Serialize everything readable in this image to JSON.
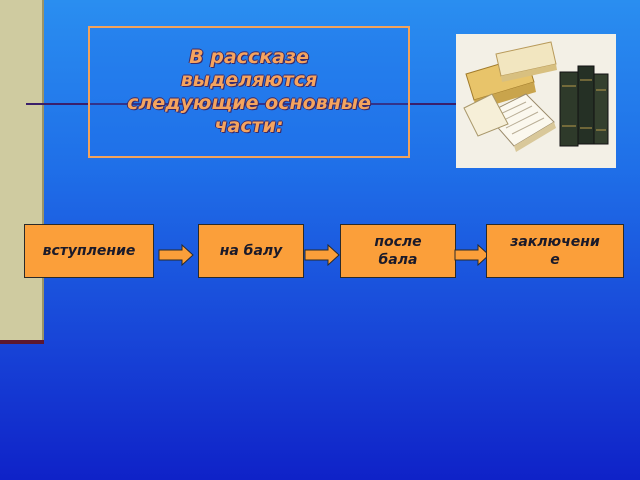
{
  "title": "В рассказе\nвыделяются\nследующие основные\nчасти:",
  "flow": {
    "step1": "вступление",
    "step2": "на балу",
    "step3": "после\nбала",
    "step4": "заключени\nе"
  },
  "colors": {
    "accent": "#fb9f3a",
    "title_text": "#f5a45e"
  },
  "image": {
    "icon": "books-photo"
  }
}
